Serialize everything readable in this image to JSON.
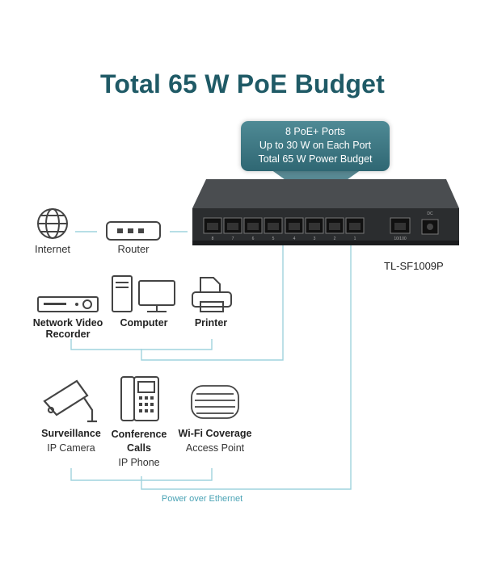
{
  "title": "Total 65 W PoE Budget",
  "callout": {
    "line1": "8 PoE+ Ports",
    "line2": "Up to 30 W on Each Port",
    "line3": "Total 65 W Power Budget"
  },
  "switch": {
    "model": "TL-SF1009P",
    "port_numbers": [
      "8",
      "7",
      "6",
      "5",
      "4",
      "3",
      "2",
      "1"
    ],
    "uplink_label": "10/100",
    "power_label": "DC"
  },
  "internet_label": "Internet",
  "router_label": "Router",
  "devices_top": {
    "nvr": "Network Video Recorder",
    "computer": "Computer",
    "printer": "Printer"
  },
  "devices_bottom": {
    "camera_title": "Surveillance",
    "camera_sub": "IP Camera",
    "phone_title": "Conference Calls",
    "phone_sub": "IP Phone",
    "ap_title": "Wi-Fi Coverage",
    "ap_sub": "Access Point"
  },
  "poe_label": "Power over Ethernet",
  "colors": {
    "title": "#1f5a66",
    "accent": "#4aa3b5",
    "callout": "#3b7480"
  }
}
